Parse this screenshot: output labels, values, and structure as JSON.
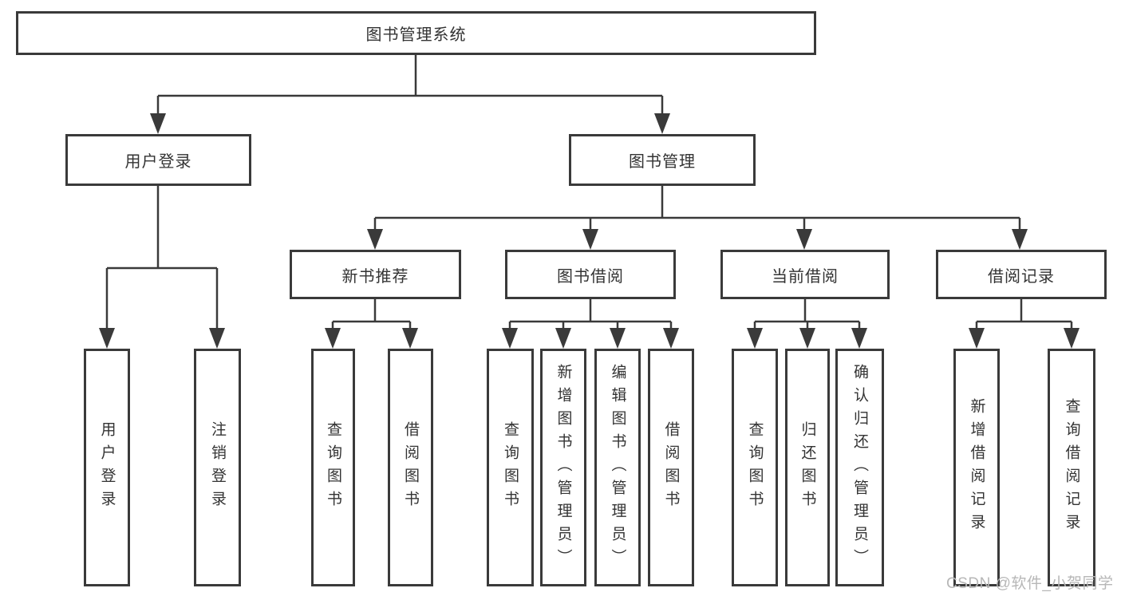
{
  "diagram": {
    "type": "hierarchy",
    "root": {
      "label": "图书管理系统",
      "children": [
        {
          "label": "用户登录",
          "children": [
            {
              "label": "用户登录"
            },
            {
              "label": "注销登录"
            }
          ]
        },
        {
          "label": "图书管理",
          "children": [
            {
              "label": "新书推荐",
              "children": [
                {
                  "label": "查询图书"
                },
                {
                  "label": "借阅图书"
                }
              ]
            },
            {
              "label": "图书借阅",
              "children": [
                {
                  "label": "查询图书"
                },
                {
                  "label": "新增图书（管理员）"
                },
                {
                  "label": "编辑图书（管理员）"
                },
                {
                  "label": "借阅图书"
                }
              ]
            },
            {
              "label": "当前借阅",
              "children": [
                {
                  "label": "查询图书"
                },
                {
                  "label": "归还图书"
                },
                {
                  "label": "确认归还（管理员）"
                }
              ]
            },
            {
              "label": "借阅记录",
              "children": [
                {
                  "label": "新增借阅记录"
                },
                {
                  "label": "查询借阅记录"
                }
              ]
            }
          ]
        }
      ]
    },
    "line_color": "#3a3a3a",
    "text_color": "#333333",
    "background_color": "#ffffff"
  },
  "watermark": {
    "text": "CSDN @软件_小贺同学"
  }
}
